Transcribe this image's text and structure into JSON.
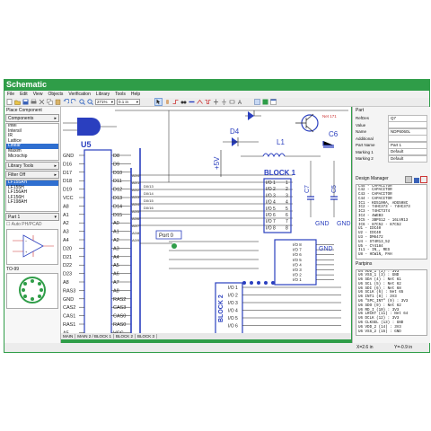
{
  "app": {
    "title": "Schematic"
  },
  "menu": [
    "File",
    "Edit",
    "View",
    "Objects",
    "Verification",
    "Library",
    "Tools",
    "Help"
  ],
  "toolbar": {
    "zoom": "271%",
    "grid": "0.1 in"
  },
  "left": {
    "place_component": "Place Component",
    "components_label": "Components",
    "manufacturers": [
      "Intel",
      "Intersil",
      "IR",
      "Lattice",
      "Linear",
      "Maxim",
      "Microchip"
    ],
    "manufacturers_selected": "Linear",
    "library_tools": "Library Tools",
    "filter": "Filter Off",
    "parts": [
      "LF155AH",
      "LF155H",
      "LF156AH",
      "LF156H",
      "LF198AH"
    ],
    "parts_selected": "LF155AH",
    "part_label": "Part 1",
    "auto_pin": "Auto PH/PCAD",
    "package": "TO-99"
  },
  "schematic": {
    "u5": "U5",
    "u5_left_pins": [
      "GND",
      "D16",
      "D17",
      "D18",
      "D19",
      "VCC",
      "A8",
      "A1",
      "A2",
      "A3",
      "A4",
      "D20",
      "D21",
      "D22",
      "D23",
      "A8",
      "RAS3",
      "GND",
      "CAS2",
      "CAS1",
      "RAS1",
      "A5"
    ],
    "u5_right_pins": [
      "D8",
      "D9",
      "D10",
      "D11",
      "D12",
      "D13",
      "D14",
      "D15",
      "A0",
      "A1",
      "A2",
      "A3",
      "A4",
      "A5",
      "A6",
      "A7",
      "A8",
      "RAS2",
      "CAS3",
      "CAS0",
      "RAS0",
      "VCC"
    ],
    "bus_labels": [
      "A0/4",
      "A0/1",
      "A0/2",
      "A0/3",
      "A0/4",
      "A0/5",
      "A0/6",
      "A0/7",
      "A0/8",
      "A0/9"
    ],
    "bus_labels2": [
      "D0/13",
      "D0/14",
      "D0/15",
      "D0/16"
    ],
    "port": "Port 0",
    "block1": "BLOCK 1",
    "block2": "BLOCK 2",
    "block1_inputs": [
      "I/O 1",
      "I/O 2",
      "I/O 3",
      "I/O 4",
      "I/O 5",
      "I/O 6",
      "I/O 7",
      "I/O 8"
    ],
    "block1_pins": [
      "1",
      "2",
      "3",
      "4",
      "5",
      "6",
      "7",
      "8"
    ],
    "block1_outputs": [
      "I/O 8",
      "I/O 7",
      "I/O 6",
      "I/O 5",
      "I/O 4",
      "I/O 3",
      "I/O 2",
      "I/O 1"
    ],
    "block2_outputs": [
      "I/O 1",
      "I/O 2",
      "I/O 3",
      "I/O 4",
      "I/O 5",
      "I/O 6"
    ],
    "vcc": "+5V",
    "d4": "D4",
    "l1": "L1",
    "c7": "C7",
    "c5": "C5",
    "c6": "C6",
    "gnd1": "GND",
    "gnd2": "GND",
    "gnd3": "GND",
    "net": "Net 171"
  },
  "tabs": [
    "MAIN",
    "MAIN 2 / BLOCK 1",
    "BLOCK 2",
    "BLOCK 3"
  ],
  "part_panel": {
    "title": "Part",
    "props": [
      {
        "k": "RefDes",
        "v": "Q7"
      },
      {
        "k": "Value",
        "v": ""
      },
      {
        "k": "Name",
        "v": "NDP6060L"
      },
      {
        "k": "Additional",
        "v": ""
      },
      {
        "k": "Part Name",
        "v": "Part 1"
      },
      {
        "k": "Marking 1",
        "v": "Default"
      },
      {
        "k": "Marking 2",
        "v": "Default"
      }
    ]
  },
  "design_manager": {
    "title": "Design Manager",
    "components": [
      "C45 - CAPACITOR",
      "C42 - CAPACITOR",
      "C43 - CAPACITOR",
      "C44 - CAPACITOR",
      "IC1 - KE5100A, ADG508C",
      "IC2 - 74HC373 - 74HC373",
      "IC3 - 74HCT374",
      "IC4 - 4WEB3",
      "IC5 - 3BPS12 - 16LV013",
      "IC6 - 87C52 - 87C52",
      "U1 - IDC40",
      "U2 - IDC40",
      "U3 - DM6472",
      "U4 - ST4R13_52",
      "U5 - CY4184",
      "IL1 - IN_, RES",
      "U8 - HCW1N, PAH"
    ],
    "partpins_title": "Partpins",
    "partpins": [
      "U4 VDD_1 (2) : 3V3",
      "U6 VSS_1 (3) : GND",
      "U6 SDA (4) : Net 61",
      "U6 SCL (5) : Net 62",
      "U6 SDI (6) : Net 68",
      "U6 SCLK (6) : Net 65",
      "U6 INT1 (8) : 3V3",
      "U6 \"SPC_INT\" (9) : 3V3",
      "U6 SDO (9) : Net 62",
      "U6 RD_I (10) : 3V3",
      "U6 LRCKT (11) : Net 64",
      "U6 DCLK (12) : 3V3",
      "U6 CLKSEL (13) : GND",
      "U6 VDD_2 (14) : 3V3",
      "U6 VSS_2 (15) : GND"
    ]
  },
  "status": {
    "x": "X=2.6 in",
    "y": "Y=-0.9 in"
  }
}
